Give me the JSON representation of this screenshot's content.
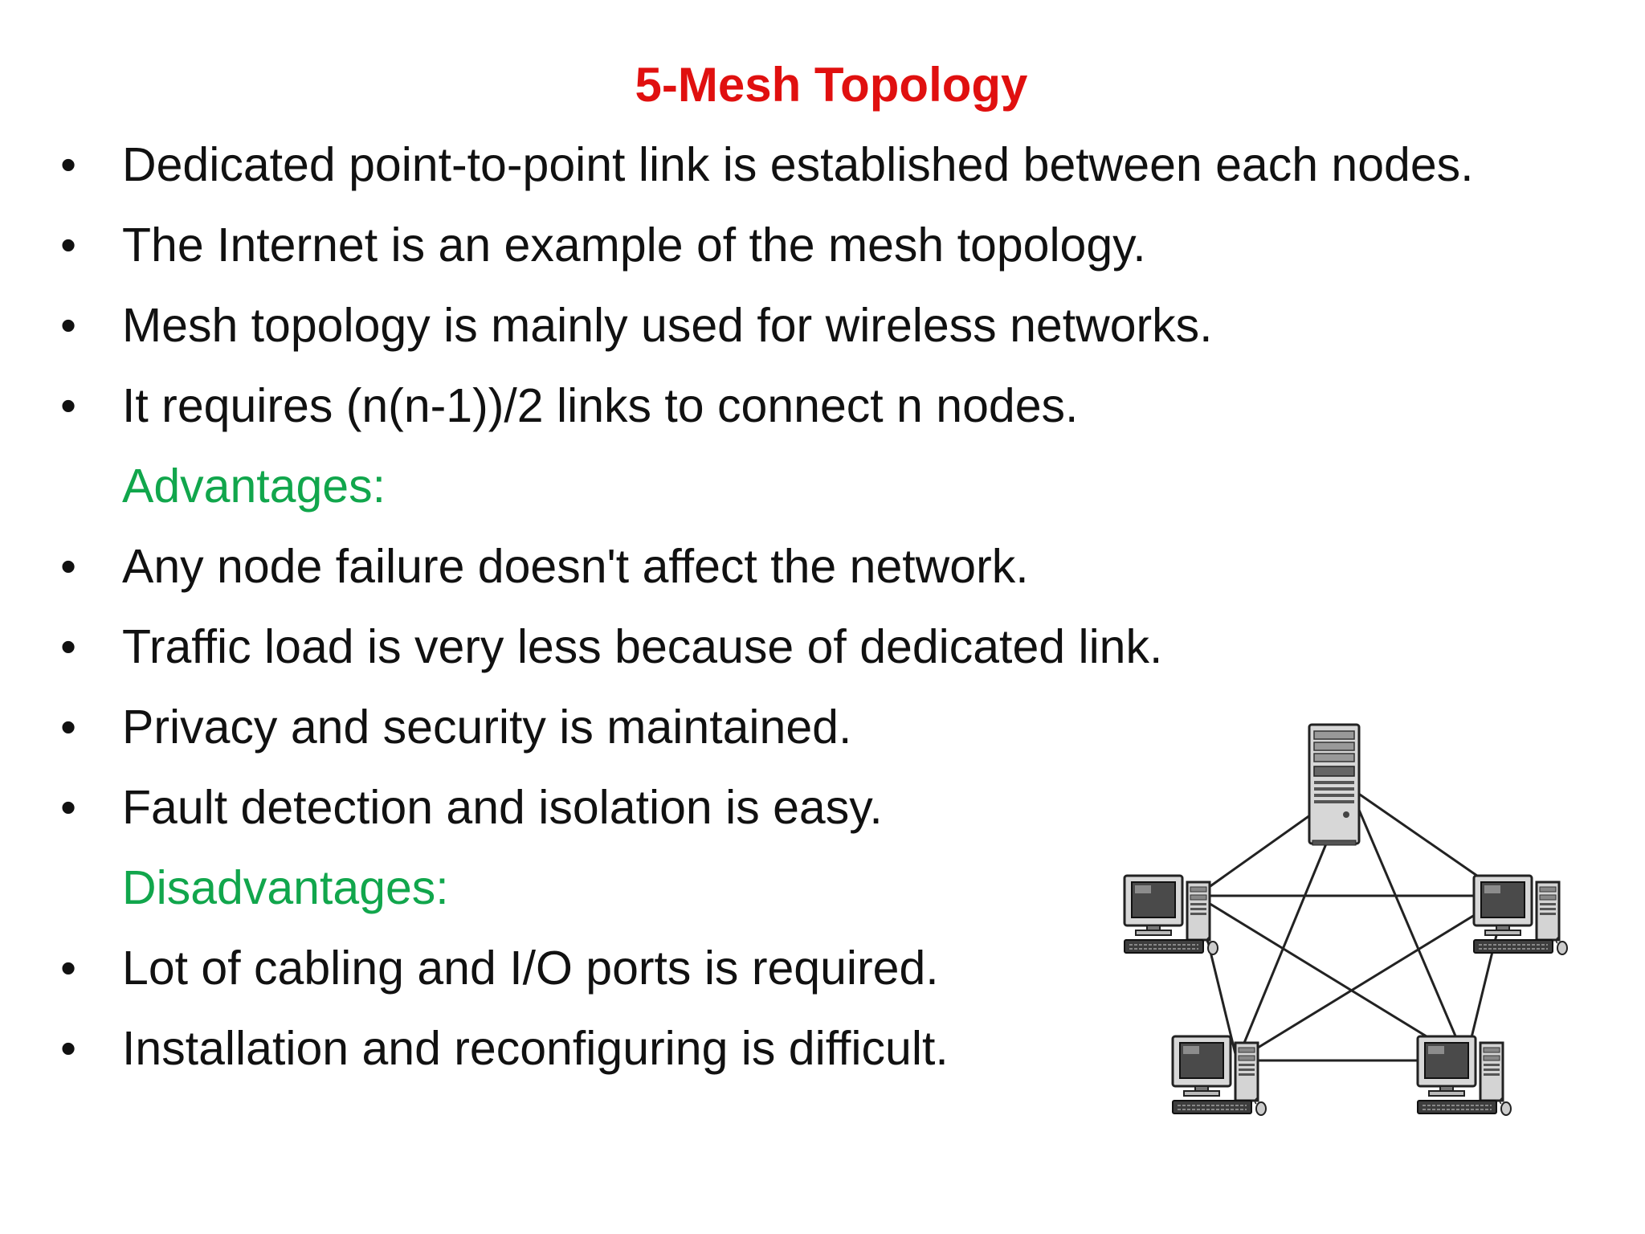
{
  "slide": {
    "title": "5-Mesh Topology",
    "bullets_intro": [
      "Dedicated point-to-point link is established between each nodes.",
      "The Internet is an example of the mesh topology.",
      "Mesh topology is mainly used for wireless networks.",
      "It requires (n(n-1))/2 links to connect n nodes."
    ],
    "advantages_heading": "Advantages:",
    "advantages": [
      "Any node failure doesn't affect the network.",
      "Traffic load is very less because of dedicated link.",
      "Privacy and security is maintained.",
      "Fault detection and isolation is easy."
    ],
    "disadvantages_heading": "Disadvantages:",
    "disadvantages": [
      "Lot of cabling and I/O ports is required.",
      "Installation and reconfiguring is difficult."
    ],
    "bullet_glyph": "•",
    "colors": {
      "title": "#e0100f",
      "heading": "#11a64c",
      "text": "#111111"
    }
  },
  "diagram": {
    "nodes": [
      "server-icon",
      "computer-icon",
      "computer-icon",
      "computer-icon",
      "computer-icon"
    ]
  }
}
